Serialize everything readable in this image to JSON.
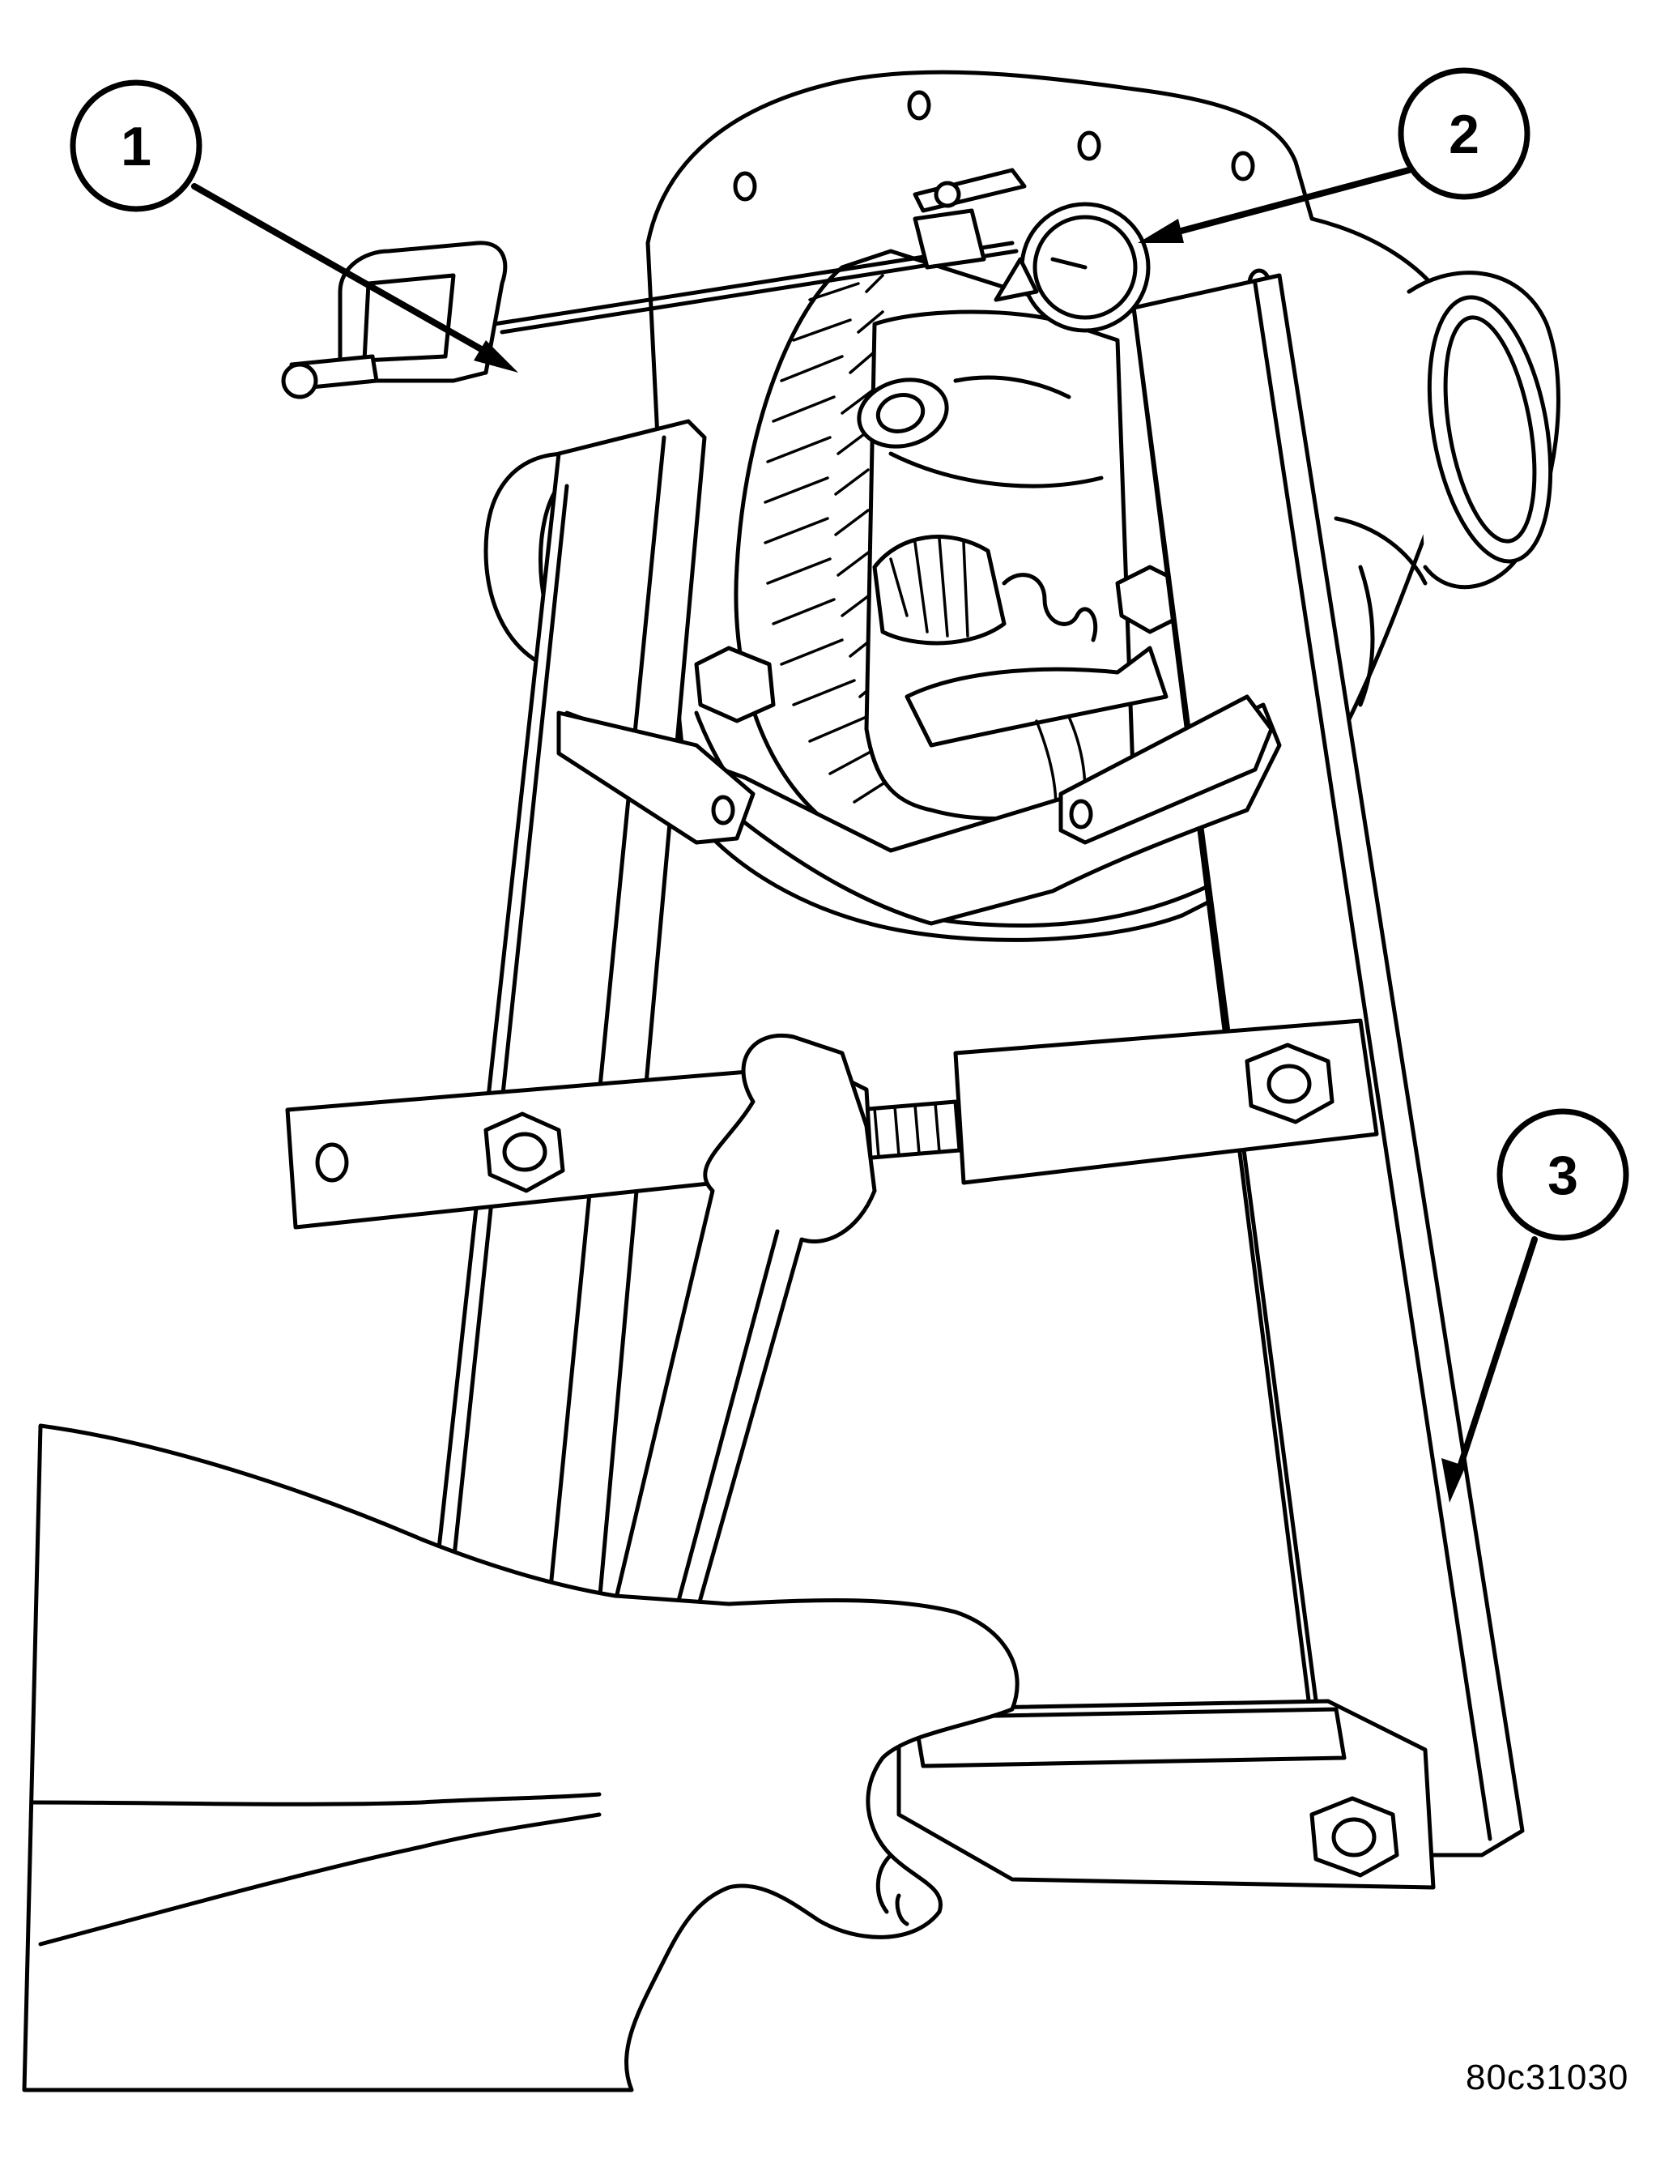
{
  "callouts": [
    {
      "label": "1"
    },
    {
      "label": "2"
    },
    {
      "label": "3"
    }
  ],
  "figure_code": "80c31030"
}
